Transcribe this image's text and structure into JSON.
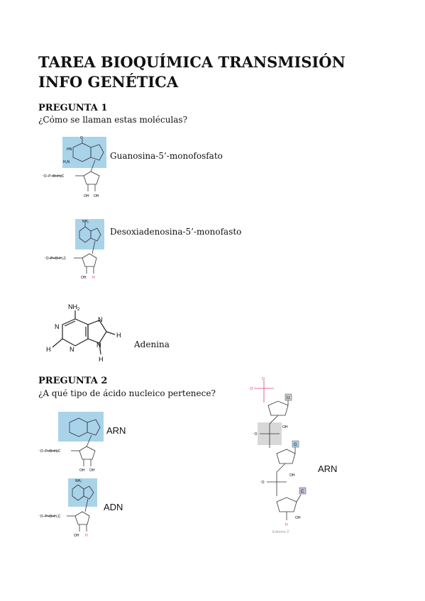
{
  "doc": {
    "title": "TAREA BIOQUÍMICA TRANSMISIÓN INFO GENÉTICA",
    "q1": {
      "heading": "PREGUNTA 1",
      "question": "¿Cómo se llaman estas moléculas?",
      "answers": [
        "Guanosina-5’-monofosfato",
        "Desoxiadenosina-5’-monofasto",
        "Adenina"
      ]
    },
    "q2": {
      "heading": "PREGUNTA 2",
      "question": "¿A qué tipo de ácido nucleico pertenece?",
      "answers": [
        "ARN",
        "ADN",
        "ARN"
      ]
    }
  },
  "figure_labels": {
    "nh2": "NH",
    "nh2_sub": "2",
    "h": "H",
    "n": "N",
    "o": "O",
    "oh": "OH",
    "hn": "HN",
    "h2n": "H₂N",
    "nh2_small": "NH₂",
    "phosphate": "⁻O–P–O–H₂C",
    "o_minus": "⁻O",
    "base_u": "U",
    "base_g": "G",
    "base_c": "C",
    "extremo": "Extremo 3’"
  },
  "colors": {
    "base_box": "#a9d3e9",
    "gray_box": "#d8d8d8",
    "pink": "#d6407a",
    "u_box": "#c9c9c9",
    "g_box": "#a9d3e9",
    "c_box": "#c9b6d9"
  }
}
